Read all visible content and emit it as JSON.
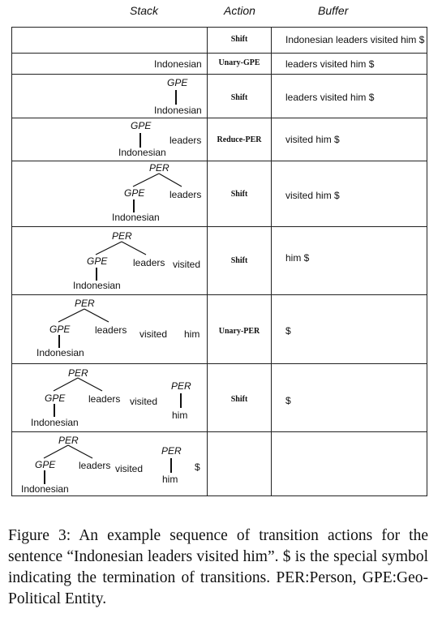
{
  "headers": {
    "stack": "Stack",
    "action": "Action",
    "buffer": "Buffer"
  },
  "rows": [
    {
      "action": "Shift",
      "buffer": "Indonesian leaders visited him $"
    },
    {
      "action": "Unary-GPE",
      "buffer": "leaders visited him $",
      "stack": {
        "w1": "Indonesian"
      }
    },
    {
      "action": "Shift",
      "buffer": "leaders visited him $",
      "stack": {
        "gpe": "GPE",
        "w1": "Indonesian"
      }
    },
    {
      "action": "Reduce-PER",
      "buffer": "visited him $",
      "stack": {
        "gpe": "GPE",
        "w1": "Indonesian",
        "w2": "leaders"
      }
    },
    {
      "action": "Shift",
      "buffer": "visited him $",
      "stack": {
        "per": "PER",
        "gpe": "GPE",
        "w1": "Indonesian",
        "w2": "leaders"
      }
    },
    {
      "action": "Shift",
      "buffer": "him $",
      "stack": {
        "per": "PER",
        "gpe": "GPE",
        "w1": "Indonesian",
        "w2": "leaders",
        "w3": "visited"
      }
    },
    {
      "action": "Unary-PER",
      "buffer": "$",
      "stack": {
        "per": "PER",
        "gpe": "GPE",
        "w1": "Indonesian",
        "w2": "leaders",
        "w3": "visited",
        "w4": "him"
      }
    },
    {
      "action": "Shift",
      "buffer": "$",
      "stack": {
        "per": "PER",
        "gpe": "GPE",
        "w1": "Indonesian",
        "w2": "leaders",
        "w3": "visited",
        "per2": "PER",
        "w4": "him"
      }
    },
    {
      "action": "",
      "buffer": "",
      "stack": {
        "per": "PER",
        "gpe": "GPE",
        "w1": "Indonesian",
        "w2": "leaders",
        "w3": "visited",
        "per2": "PER",
        "w4": "him",
        "w5": "$"
      }
    }
  ],
  "caption": "Figure 3:  An example sequence of transition actions for the sentence “Indonesian leaders visited him”.  $ is the special symbol indicating the termination of transitions. PER:Person, GPE:Geo-Political Entity."
}
